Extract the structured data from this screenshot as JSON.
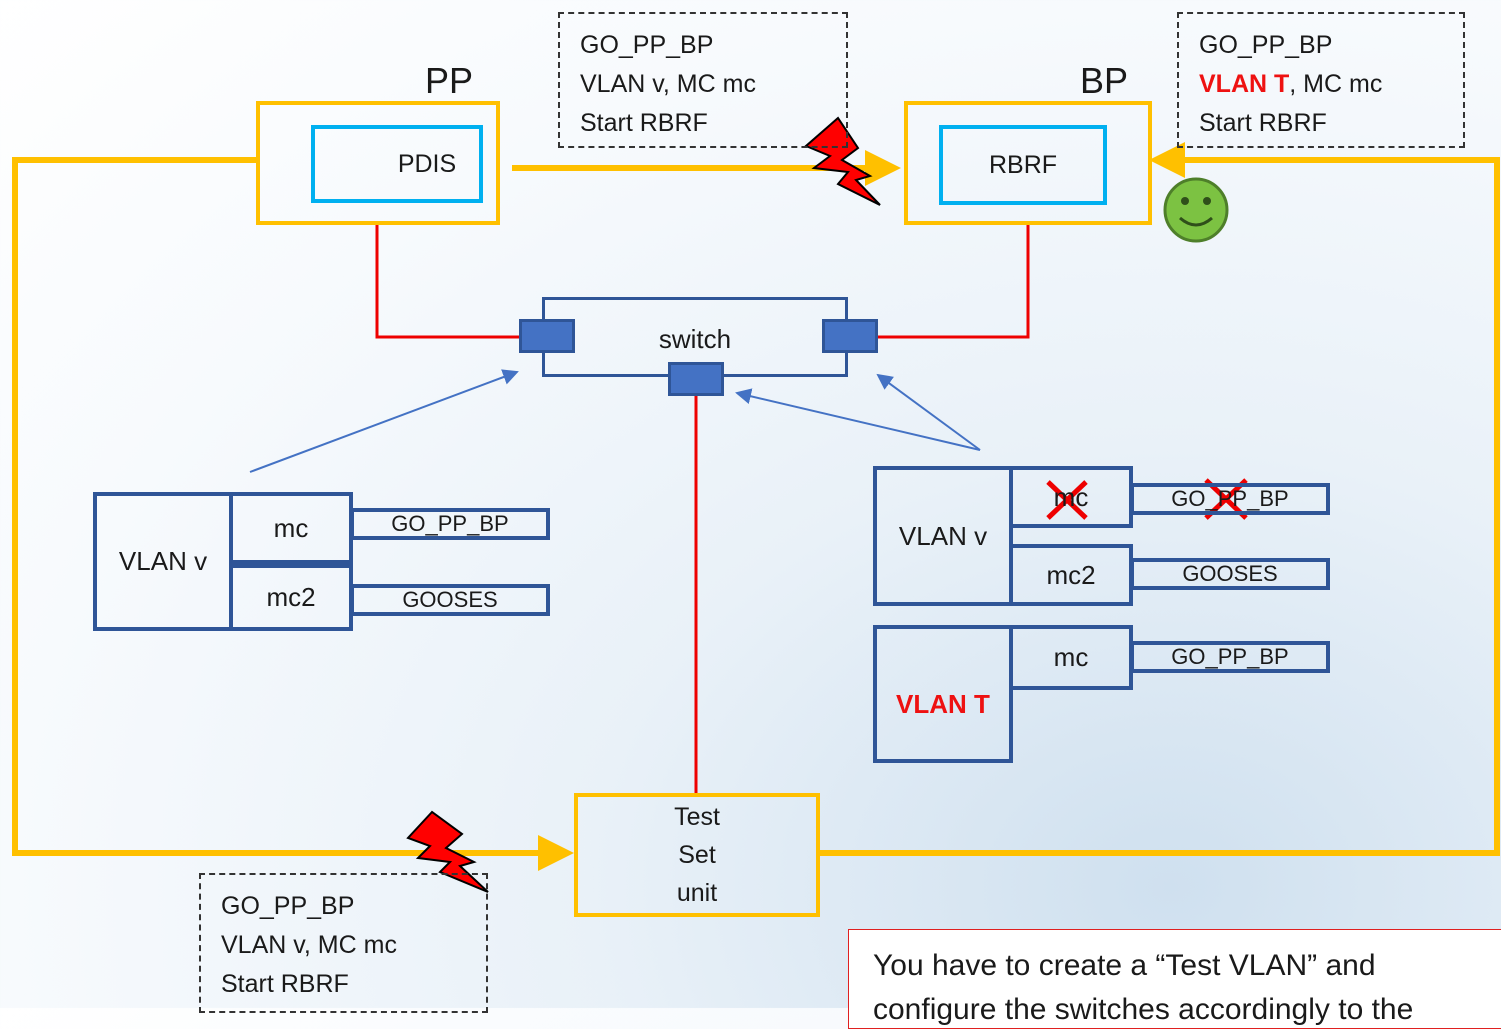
{
  "pp": {
    "title": "PP",
    "inner": "PDIS"
  },
  "bp": {
    "title": "BP",
    "inner": "RBRF"
  },
  "switch_label": "switch",
  "msg_top": {
    "l1": "GO_PP_BP",
    "l2": "VLAN v, MC mc",
    "l3": "Start RBRF"
  },
  "msg_right": {
    "l1": "GO_PP_BP",
    "l2_red": "VLAN T",
    "l2_rest": ", MC mc",
    "l3": "Start RBRF"
  },
  "msg_bottom": {
    "l1": "GO_PP_BP",
    "l2": "VLAN v, MC mc",
    "l3": "Start RBRF"
  },
  "test_set": {
    "l1": "Test",
    "l2": "Set",
    "l3": "unit"
  },
  "left_table": {
    "vlan": "VLAN v",
    "mc1": "mc",
    "mc2": "mc2",
    "g1": "GO_PP_BP",
    "g2": "GOOSES"
  },
  "right_table": {
    "vlan": "VLAN v",
    "mc1": "mc",
    "mc2": "mc2",
    "g1": "GO_PP_BP",
    "g2": "GOOSES"
  },
  "test_table": {
    "vlan": "VLAN T",
    "mc": "mc",
    "g": "GO_PP_BP"
  },
  "note": "You have to create a “Test VLAN” and configure the switches accordingly to the",
  "colors": {
    "yellow": "#ffc000",
    "red": "#ff0000",
    "blue": "#2f5597",
    "cyan": "#00b0f0",
    "smiley": "#7cc242"
  }
}
